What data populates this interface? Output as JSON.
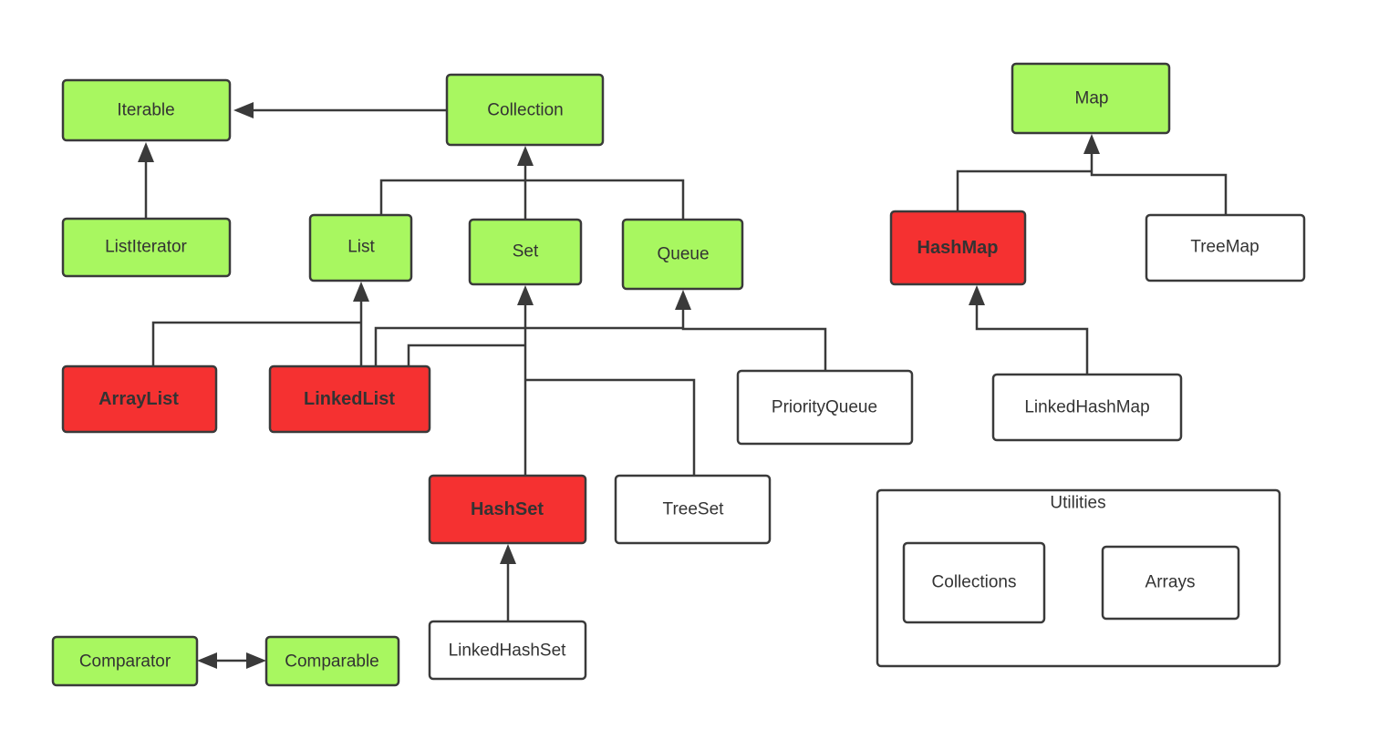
{
  "colors": {
    "interface": "#a8f760",
    "highlighted": "#f53131",
    "implementation": "#ffffff",
    "stroke": "#3a3a3a",
    "text": "#333333"
  },
  "nodes": {
    "iterable": {
      "label": "Iterable",
      "kind": "interface"
    },
    "collection": {
      "label": "Collection",
      "kind": "interface"
    },
    "map": {
      "label": "Map",
      "kind": "interface"
    },
    "listiterator": {
      "label": "ListIterator",
      "kind": "interface"
    },
    "list": {
      "label": "List",
      "kind": "interface"
    },
    "set": {
      "label": "Set",
      "kind": "interface"
    },
    "queue": {
      "label": "Queue",
      "kind": "interface"
    },
    "hashmap": {
      "label": "HashMap",
      "kind": "highlighted"
    },
    "treemap": {
      "label": "TreeMap",
      "kind": "implementation"
    },
    "arraylist": {
      "label": "ArrayList",
      "kind": "highlighted"
    },
    "linkedlist": {
      "label": "LinkedList",
      "kind": "highlighted"
    },
    "priorityqueue": {
      "label": "PriorityQueue",
      "kind": "implementation"
    },
    "linkedhashmap": {
      "label": "LinkedHashMap",
      "kind": "implementation"
    },
    "hashset": {
      "label": "HashSet",
      "kind": "highlighted"
    },
    "treeset": {
      "label": "TreeSet",
      "kind": "implementation"
    },
    "linkedhashset": {
      "label": "LinkedHashSet",
      "kind": "implementation"
    },
    "comparator": {
      "label": "Comparator",
      "kind": "interface"
    },
    "comparable": {
      "label": "Comparable",
      "kind": "interface"
    },
    "collections": {
      "label": "Collections",
      "kind": "implementation"
    },
    "arrays": {
      "label": "Arrays",
      "kind": "implementation"
    }
  },
  "utilities": {
    "title": "Utilities"
  },
  "edges": [
    {
      "from": "collection",
      "to": "iterable"
    },
    {
      "from": "listiterator",
      "to": "iterable"
    },
    {
      "from": "list",
      "to": "collection"
    },
    {
      "from": "set",
      "to": "collection"
    },
    {
      "from": "queue",
      "to": "collection"
    },
    {
      "from": "arraylist",
      "to": "list"
    },
    {
      "from": "linkedlist",
      "to": "list"
    },
    {
      "from": "linkedlist",
      "to": "set"
    },
    {
      "from": "linkedlist",
      "to": "queue"
    },
    {
      "from": "priorityqueue",
      "to": "queue"
    },
    {
      "from": "hashset",
      "to": "set"
    },
    {
      "from": "treeset",
      "to": "set"
    },
    {
      "from": "linkedhashset",
      "to": "hashset"
    },
    {
      "from": "hashmap",
      "to": "map"
    },
    {
      "from": "treemap",
      "to": "map"
    },
    {
      "from": "linkedhashmap",
      "to": "hashmap"
    },
    {
      "from": "comparator",
      "to": "comparable",
      "bidirectional": true
    }
  ]
}
